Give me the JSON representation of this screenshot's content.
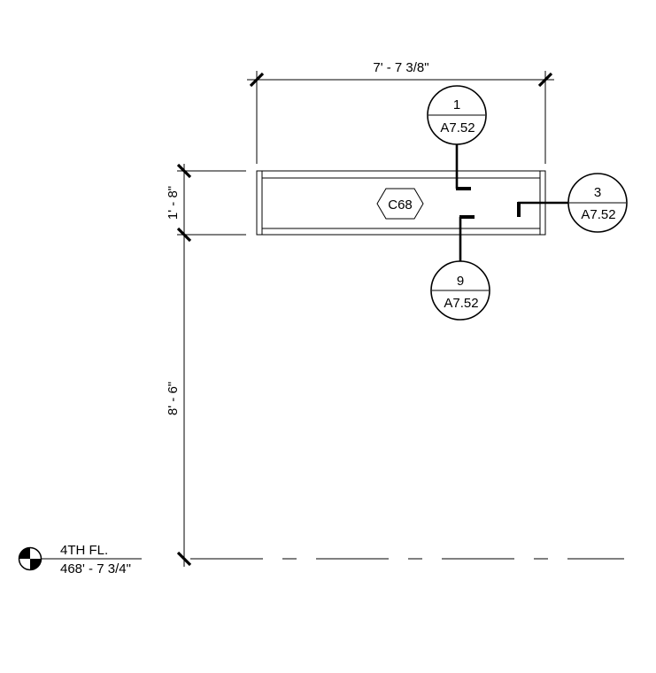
{
  "dimensions": {
    "width_label": "7' - 7 3/8\"",
    "height_upper_label": "1' - 8\"",
    "height_lower_label": "8' - 6\""
  },
  "element_tag": "C68",
  "section_callouts": [
    {
      "number": "1",
      "sheet": "A7.52"
    },
    {
      "number": "3",
      "sheet": "A7.52"
    },
    {
      "number": "9",
      "sheet": "A7.52"
    }
  ],
  "level": {
    "name": "4TH FL.",
    "elevation": "468' - 7 3/4\""
  }
}
